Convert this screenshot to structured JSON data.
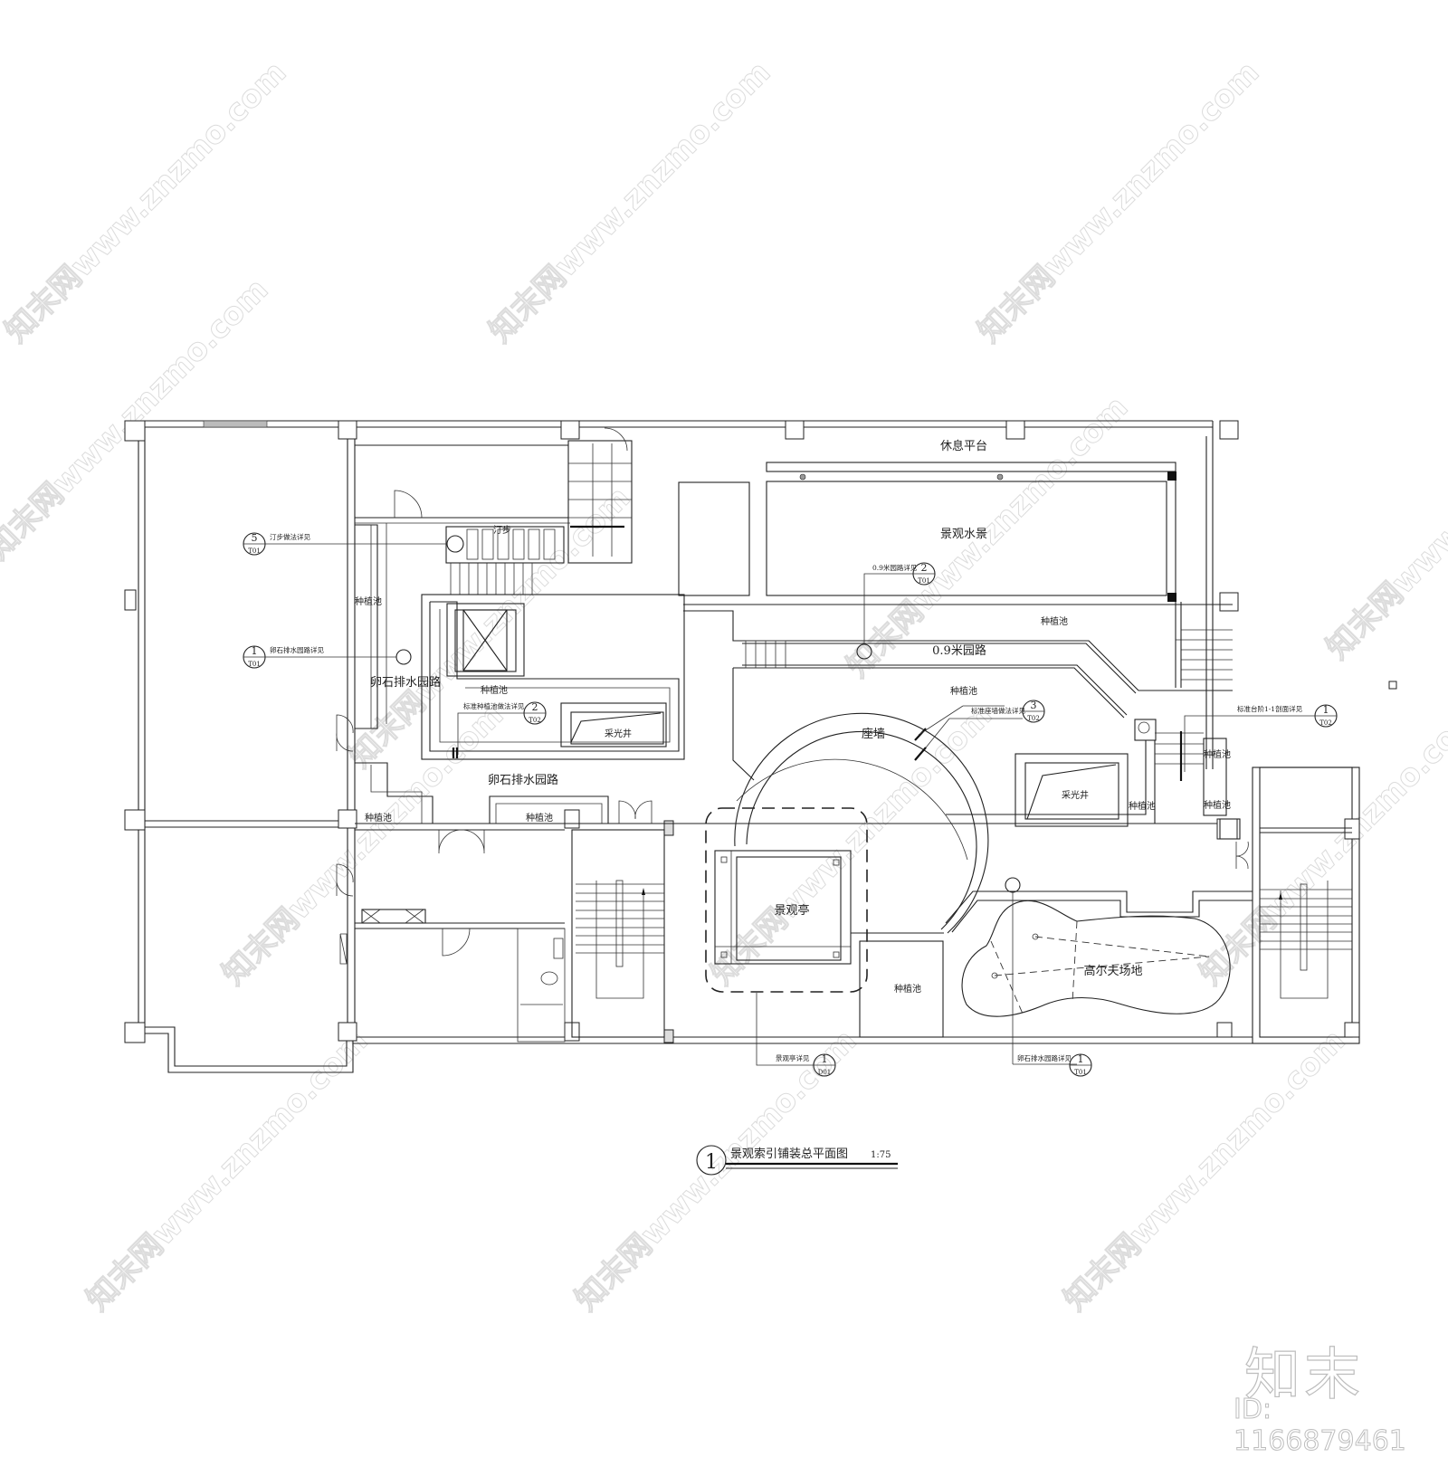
{
  "drawing": {
    "title": "景观索引铺装总平面图",
    "scale": "1:75",
    "title_number": "1"
  },
  "areas": {
    "rest_platform": "休息平台",
    "water_feature": "景观水景",
    "path_09m": "0.9米园路",
    "planter_top_right": "种植池",
    "planter_mid_right": "种植池",
    "planter_left_vertical": "种植池",
    "planter_center_left": "种植池",
    "lamp_steps": "汀步",
    "pebble_path_upper": "卵石排水园路",
    "pebble_path_lower": "卵石排水园路",
    "skylight_left": "采光井",
    "skylight_right": "采光井",
    "seat_wall": "座墙",
    "pavilion": "景观亭",
    "golf_area": "高尔夫场地",
    "planter_pavilion_right": "种植池",
    "planter_bottom_left": "种植池",
    "planter_bottom_mid": "种植池",
    "planter_stair_a": "种植池",
    "planter_stair_b": "种植池",
    "planter_stair_c": "种植池"
  },
  "callouts": [
    {
      "id": "c1",
      "text": "汀步做法详见",
      "num": "5",
      "sheet": "T01"
    },
    {
      "id": "c2",
      "text": "卵石排水园路详见",
      "num": "1",
      "sheet": "T01"
    },
    {
      "id": "c3",
      "text": "0.9米园路详见",
      "num": "2",
      "sheet": "T01"
    },
    {
      "id": "c4",
      "text": "标准种植池做法详见",
      "num": "2",
      "sheet": "T02"
    },
    {
      "id": "c5",
      "text": "标准座墙做法详见",
      "num": "3",
      "sheet": "T02"
    },
    {
      "id": "c6",
      "text": "标准台阶1-1剖面详见",
      "num": "1",
      "sheet": "T02"
    },
    {
      "id": "c7",
      "text": "景观亭详见",
      "num": "1",
      "sheet": "D01"
    },
    {
      "id": "c8",
      "text": "卵石排水园路详见",
      "num": "1",
      "sheet": "T01"
    }
  ],
  "watermark": {
    "text": "知末网www.znzmo.com",
    "brand": "知末",
    "id_label": "ID: 1166879461"
  }
}
